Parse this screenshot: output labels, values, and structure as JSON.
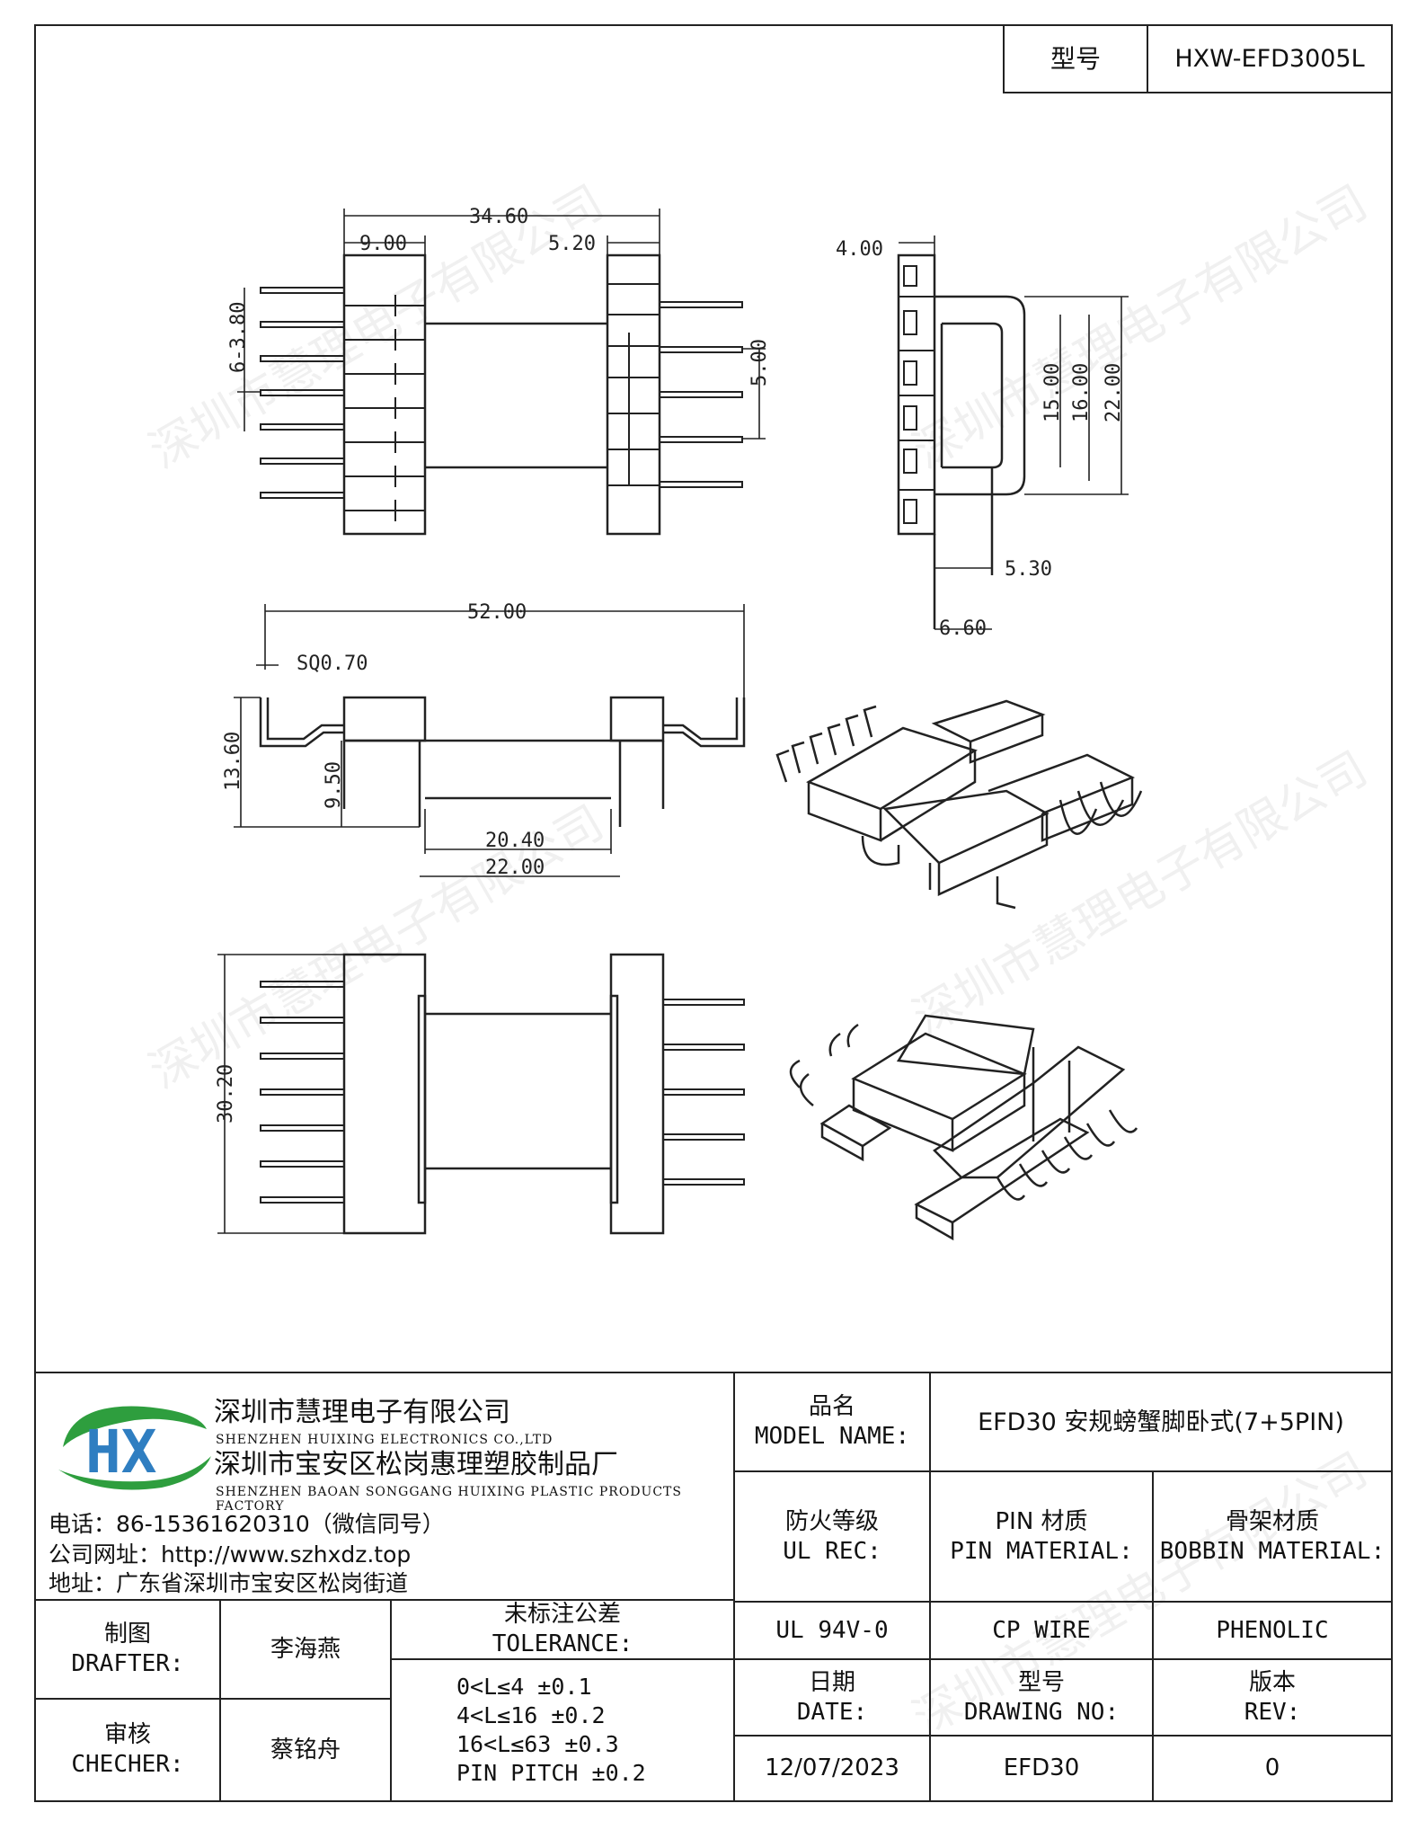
{
  "header": {
    "model_label": "型号",
    "model_value": "HXW-EFD3005L"
  },
  "watermark": "深圳市慧理电子有限公司",
  "dims": {
    "d1": "34.60",
    "d2": "9.00",
    "d3": "5.20",
    "d4": "6-3.80",
    "d5": "5.00",
    "d6": "4.00",
    "d7": "15.00",
    "d8": "16.00",
    "d9": "22.00",
    "d10": "5.30",
    "d11": "6.60",
    "d12": "52.00",
    "d13": "SQ0.70",
    "d14": "13.60",
    "d15": "9.50",
    "d16": "20.40",
    "d17": "22.00",
    "d18": "30.20"
  },
  "company": {
    "logo_letters": "HX",
    "name_cn": "深圳市慧理电子有限公司",
    "name_en": "SHENZHEN HUIXING ELECTRONICS CO.,LTD",
    "factory_cn": "深圳市宝安区松岗惠理塑胶制品厂",
    "factory_en": "SHENZHEN BAOAN SONGGANG HUIXING PLASTIC PRODUCTS FACTORY",
    "phone": "电话：86-15361620310（微信同号）",
    "website": "公司网址：http://www.szhxdz.top",
    "address": "地址：广东省深圳市宝安区松岗街道"
  },
  "table": {
    "model_name_cn": "品名",
    "model_name_en": "MODEL NAME:",
    "model_name_value": "EFD30 安规螃蟹脚卧式(7+5PIN)",
    "ul_cn": "防火等级",
    "ul_en": "UL REC:",
    "pin_cn": "PIN 材质",
    "pin_en": "PIN MATERIAL:",
    "bobbin_cn": "骨架材质",
    "bobbin_en": "BOBBIN MATERIAL:",
    "ul_value": "UL 94V-0",
    "pin_value": "CP WIRE",
    "bobbin_value": "PHENOLIC",
    "date_cn": "日期",
    "date_en": "DATE:",
    "drawing_cn": "型号",
    "drawing_en": "DRAWING NO:",
    "rev_cn": "版本",
    "rev_en": "REV:",
    "date_value": "12/07/2023",
    "drawing_value": "EFD30",
    "rev_value": "0",
    "drafter_cn": "制图",
    "drafter_en": "DRAFTER:",
    "drafter_value": "李海燕",
    "checker_cn": "审核",
    "checker_en": "CHECHER:",
    "checker_value": "蔡铭舟",
    "tol_cn": "未标注公差",
    "tol_en": "TOLERANCE:",
    "tol_lines": [
      "0<L≤4   ±0.1",
      "4<L≤16  ±0.2",
      "16<L≤63  ±0.3",
      "PIN PITCH ±0.2"
    ]
  }
}
